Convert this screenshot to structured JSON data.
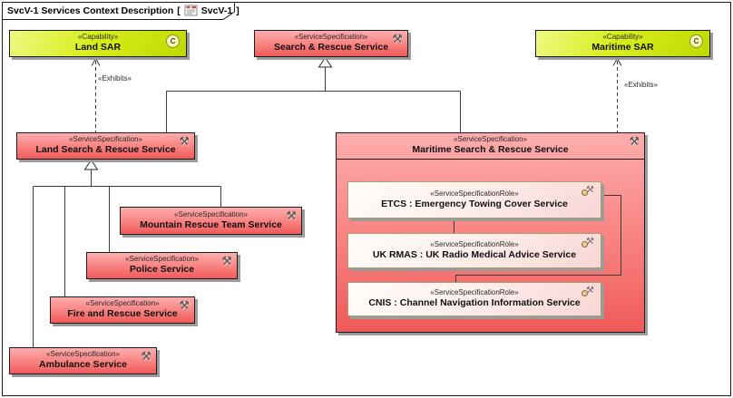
{
  "frame": {
    "title": "SvcV-1 Services Context Description",
    "bracket_open": "[",
    "diagram_ref": "SvcV-1",
    "bracket_close": "]"
  },
  "colors": {
    "capability_fill_light": "#eef983",
    "capability_fill_dark": "#bfd900",
    "service_fill_light": "#fdadad",
    "service_fill_dark": "#ef5a5a",
    "role_fill_light": "#fffefb",
    "role_fill_dark": "#f8d6d4",
    "role_border": "#a8a06d",
    "box_border": "#1c1c1c",
    "shadow": "#9b9b9b",
    "connector": "#3b3b3b"
  },
  "icons": {
    "capability_badge": "C",
    "tools_glyph": "⚒"
  },
  "nodes": {
    "land_sar": {
      "stereotype": "«Capability»",
      "name": "Land SAR"
    },
    "sar_service": {
      "stereotype": "«ServiceSpecification»",
      "name": "Search & Rescue Service"
    },
    "maritime_sar": {
      "stereotype": "«Capability»",
      "name": "Maritime SAR"
    },
    "land_sr_service": {
      "stereotype": "«ServiceSpecification»",
      "name": "Land Search & Rescue Service"
    },
    "maritime_sr_service": {
      "stereotype": "«ServiceSpecification»",
      "name": "Maritime Search & Rescue Service"
    },
    "mountain_rescue": {
      "stereotype": "«ServiceSpecification»",
      "name": "Mountain Rescue Team Service"
    },
    "police": {
      "stereotype": "«ServiceSpecification»",
      "name": "Police Service"
    },
    "fire_rescue": {
      "stereotype": "«ServiceSpecification»",
      "name": "Fire and Rescue Service"
    },
    "ambulance": {
      "stereotype": "«ServiceSpecification»",
      "name": "Ambulance Service"
    },
    "etcs": {
      "stereotype": "«ServiceSpecificationRole»",
      "name": "ETCS : Emergency Towing Cover Service"
    },
    "uk_rmas": {
      "stereotype": "«ServiceSpecificationRole»",
      "name": "UK RMAS : UK Radio Medical Advice Service"
    },
    "cnis": {
      "stereotype": "«ServiceSpecificationRole»",
      "name": "CNIS : Channel Navigation Information Service"
    }
  },
  "edge_labels": {
    "exhibits_left": "«Exhibits»",
    "exhibits_right": "«Exhibits»"
  },
  "edges": [
    {
      "type": "Exhibits",
      "source": "land_sr_service",
      "target": "land_sar"
    },
    {
      "type": "Exhibits",
      "source": "maritime_sr_service",
      "target": "maritime_sar"
    },
    {
      "type": "Generalization",
      "source": "land_sr_service",
      "target": "sar_service"
    },
    {
      "type": "Generalization",
      "source": "maritime_sr_service",
      "target": "sar_service"
    },
    {
      "type": "Generalization",
      "source": "mountain_rescue",
      "target": "land_sr_service"
    },
    {
      "type": "Generalization",
      "source": "police",
      "target": "land_sr_service"
    },
    {
      "type": "Generalization",
      "source": "fire_rescue",
      "target": "land_sr_service"
    },
    {
      "type": "Generalization",
      "source": "ambulance",
      "target": "land_sr_service"
    },
    {
      "type": "Connector",
      "source": "etcs",
      "target": "uk_rmas"
    },
    {
      "type": "Connector",
      "source": "etcs",
      "target": "cnis"
    }
  ]
}
